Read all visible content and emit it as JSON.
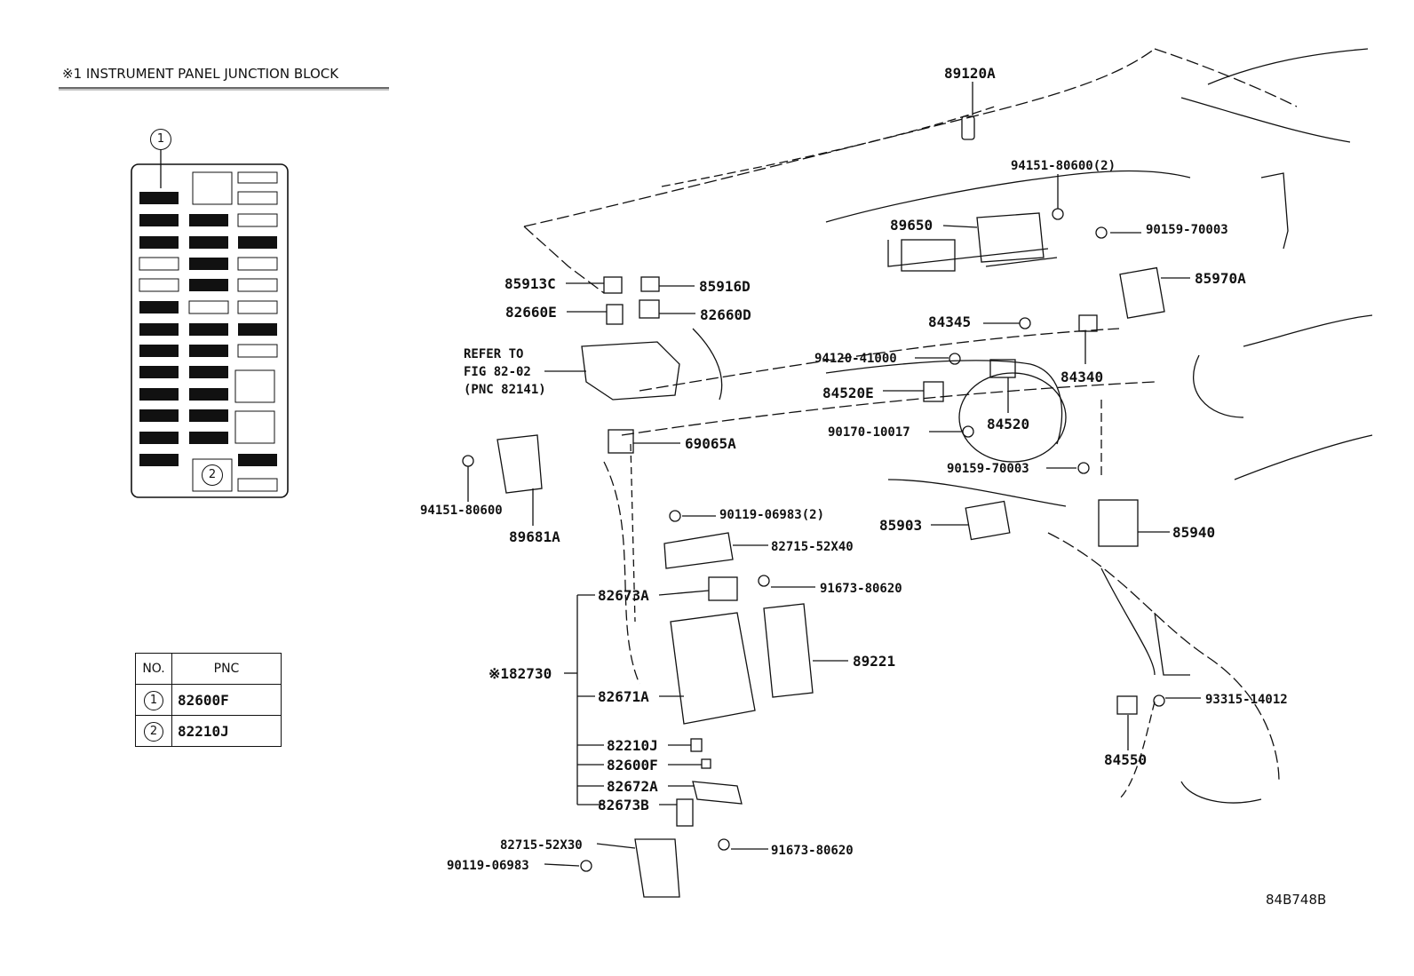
{
  "header": {
    "title": "※1 INSTRUMENT PANEL JUNCTION BLOCK"
  },
  "junction_block": {
    "circle_top": "1",
    "circle_bottom": "2"
  },
  "pnc_table": {
    "col_no": "NO.",
    "col_pnc": "PNC",
    "rows": [
      {
        "no": "1",
        "pnc": "82600F"
      },
      {
        "no": "2",
        "pnc": "82210J"
      }
    ]
  },
  "labels": {
    "l89120A": "89120A",
    "l9415180600_2": "94151-80600(2)",
    "l89650": "89650",
    "l9015970003a": "90159-70003",
    "l85970A": "85970A",
    "l85913C": "85913C",
    "l85916D": "85916D",
    "l82660E": "82660E",
    "l82660D": "82660D",
    "refer1": "REFER TO",
    "refer2": "FIG 82-02",
    "refer3": "(PNC 82141)",
    "l84345": "84345",
    "l84340": "84340",
    "l9412041000": "94120-41000",
    "l84520E": "84520E",
    "l84520": "84520",
    "l9017010017": "90170-10017",
    "l69065A": "69065A",
    "l9015970003b": "90159-70003",
    "l9415180600": "94151-80600",
    "l89681A": "89681A",
    "l9011906983_2": "90119-06983(2)",
    "l85903": "85903",
    "l85940": "85940",
    "l8271552X40": "82715-52X40",
    "l9167380620a": "91673-80620",
    "l82673A": "82673A",
    "l89221": "89221",
    "l82730": "※182730",
    "l82671A": "82671A",
    "l9331514012": "93315-14012",
    "l84550": "84550",
    "l82210J": "82210J",
    "l82600F": "82600F",
    "l82672A": "82672A",
    "l82673B": "82673B",
    "l8271552X30": "82715-52X30",
    "l9011906983": "90119-06983",
    "l9167380620b": "91673-80620"
  },
  "figure_id": "84B748B"
}
